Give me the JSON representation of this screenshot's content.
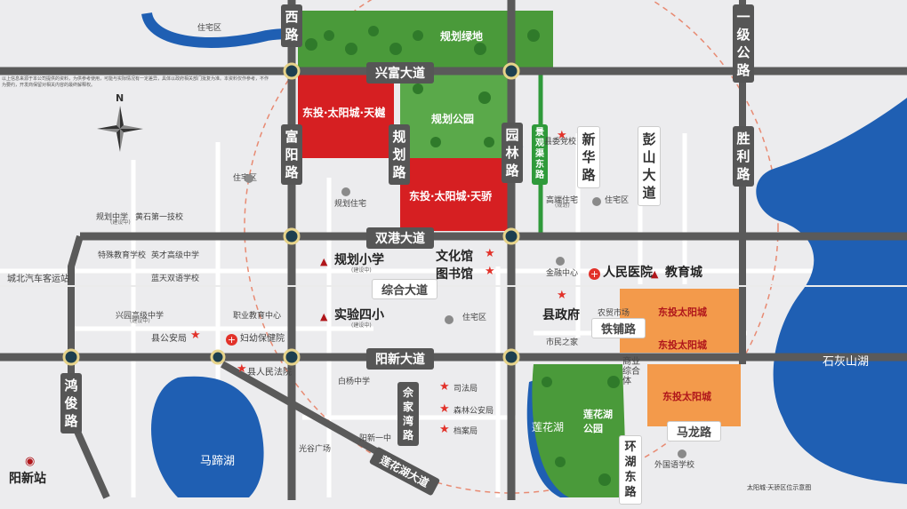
{
  "roads": {
    "xingfu": "兴富大道",
    "shuanggang": "双港大道",
    "yangxin": "阳新大道",
    "zonghe": "综合大道",
    "fuyang": "富阳路",
    "guihua": "规划路",
    "yuanlin": "园林路",
    "jingguanqu": "景观渠东路",
    "xinhua": "新华路",
    "pengshan": "彭山大道",
    "shengli": "胜利路",
    "yiji": "一级公路",
    "xi": "西路",
    "hongjun": "鸿俊路",
    "shejiawan": "佘家湾路",
    "lianhuahu": "莲花湖大道",
    "tiepu": "铁铺路",
    "malong": "马龙路",
    "huanhu": "环湖东路"
  },
  "plots": {
    "tianyue": "东投·太阳城·天樾",
    "tianjiao": "东投·太阳城·天骄",
    "taiyang_1": "东投太阳城",
    "taiyang_2": "东投太阳城",
    "taiyang_3": "东投太阳城"
  },
  "green": {
    "guihua_lvdi": "规划绿地",
    "guihua_gongyuan": "规划公园",
    "lianhuahu_gongyuan": "莲花湖公园",
    "lianhuahu": "莲花湖"
  },
  "water": {
    "shihuishan": "石灰山湖",
    "matihu": "马蹄湖"
  },
  "pois": {
    "zhuzhaiqu_1": "住宅区",
    "zhuzhaiqu_2": "住宅区",
    "zhuzhaiqu_3": "住宅区",
    "zhuzhaiqu_4": "住宅区",
    "guihua_zhuzhai": "规划住宅",
    "guihua_zhongxue": "规划中学",
    "huangshi_yijixiao": "黄石第一技校",
    "tezhong_xuexiao": "特殊教育学校",
    "yingcai_gaozhong": "英才高级中学",
    "lantian_xuexiao": "蓝天双语学校",
    "xingyuan_gaozhong": "兴园高级中学",
    "zhiye_jiaoyu": "职业教育中心",
    "chengbei_keyun": "城北汽车客运站",
    "xian_gonganju": "县公安局",
    "fuyou_baojian": "妇幼保健院",
    "renmin_fayuan": "县人民法院",
    "baiyang_zhongxue": "白杨中学",
    "guangu_guangchang": "光谷广场",
    "yangxin_yizhong": "阳新一中",
    "sifaju": "司法局",
    "senlin_gonganju": "森林公安局",
    "danganju": "档案局",
    "wenhuaguan": "文化馆",
    "tushuguan": "图书馆",
    "guihua_xiaoxue": "规划小学",
    "shiyan_sixiao": "实验四小",
    "xianwei_dangxiao": "县委党校",
    "gaoduan_zhuzhai": "高端住宅",
    "jinrong_zhongxin": "金融中心",
    "xian_zhengfu": "县政府",
    "shimin_zhijia": "市民之家",
    "nongmao_shichang": "农贸市场",
    "renmin_yiyuan": "人民医院",
    "jiaoyu_cheng": "教育城",
    "shangye_zonghe": "商业综合体",
    "waiguoyu_xuexiao": "外国语学校",
    "yangxin_zhan": "阳新站",
    "jianshezhong_1": "(建设中)",
    "jianshezhong_2": "(建设中)",
    "jianshezhong_3": "(建设中)",
    "jianshezhong_4": "(建设中)",
    "guihua_tag": "(规划)"
  },
  "compass": "N",
  "footer_caption": "太阳城·天骄区位示意图",
  "disclaimer": "以上信息来源于本公司提供的资料，为供参考使用，可能与实际情况有一定差异，具体以政府相关部门批复为准。本资料仅作参考，不作为要约，开发商保留对相关内容的最终解释权。"
}
